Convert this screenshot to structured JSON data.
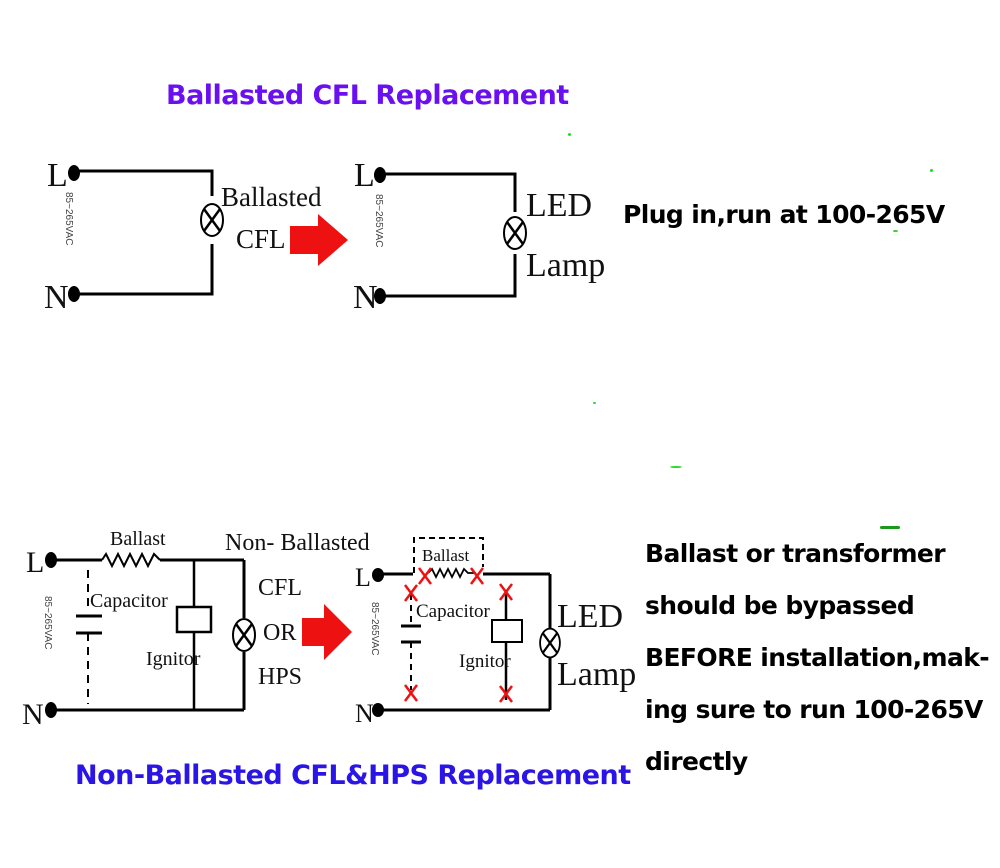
{
  "titles": {
    "top": "Ballasted CFL Replacement",
    "bottom": "Non-Ballasted CFL&HPS Replacement"
  },
  "colors": {
    "title_top": "#6a10f0",
    "title_bottom": "#2b14e6",
    "arrow": "#ee1111",
    "cross_mark": "#ee1111",
    "wire": "#000000"
  },
  "notes": {
    "top": "Plug in,run at 100-265V",
    "bottom_lines": [
      "Ballast or transformer",
      "should be bypassed",
      "BEFORE installation,mak-",
      "ing sure to run 100-265V",
      "directly"
    ]
  },
  "circuits": {
    "ballasted_before": {
      "terminal_l": "L",
      "terminal_n": "N",
      "voltage": "85~265VAC",
      "lamp_label_1": "Ballasted",
      "lamp_label_2": "CFL"
    },
    "ballasted_after": {
      "terminal_l": "L",
      "terminal_n": "N",
      "voltage": "85~265VAC",
      "lamp_label_1": "LED",
      "lamp_label_2": "Lamp"
    },
    "nonballasted_before": {
      "terminal_l": "L",
      "terminal_n": "N",
      "voltage": "85~265VAC",
      "ballast": "Ballast",
      "capacitor": "Capacitor",
      "ignitor": "Ignitor",
      "lamp_label_1": "Non- Ballasted",
      "lamp_label_2": "CFL",
      "lamp_label_3": "OR",
      "lamp_label_4": "HPS"
    },
    "nonballasted_after": {
      "terminal_l": "L",
      "terminal_n": "N",
      "voltage": "85~265VAC",
      "ballast": "Ballast",
      "capacitor": "Capacitor",
      "ignitor": "Ignitor",
      "lamp_label_1": "LED",
      "lamp_label_2": "Lamp"
    }
  }
}
